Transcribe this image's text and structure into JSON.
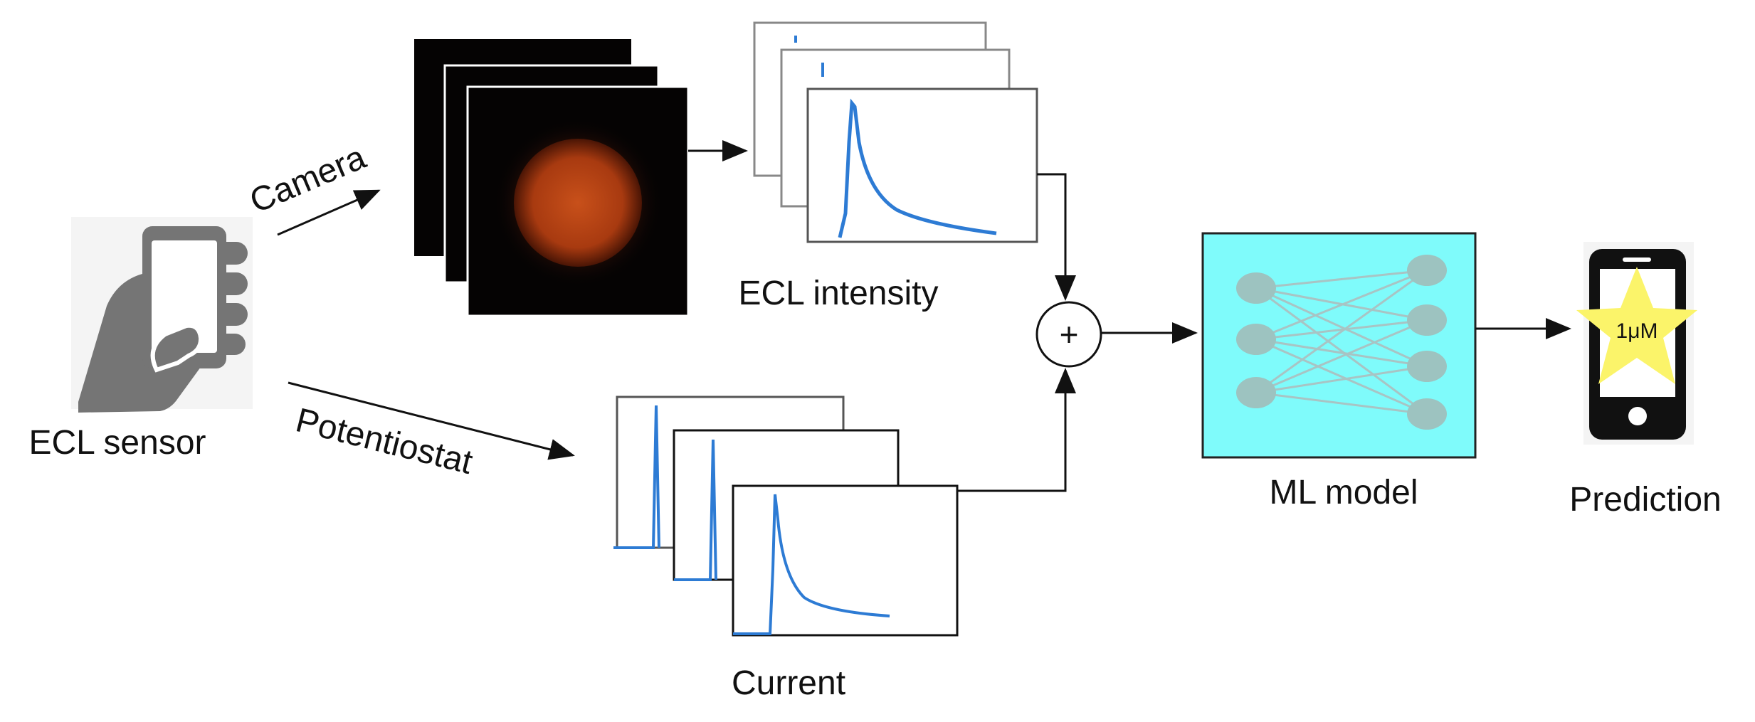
{
  "labels": {
    "sensor": "ECL sensor",
    "camera": "Camera",
    "potentiostat": "Potentiostat",
    "ecl_intensity": "ECL intensity",
    "current": "Current",
    "ml_model": "ML model",
    "prediction": "Prediction",
    "prediction_value": "1μM",
    "sum_symbol": "+"
  },
  "colors": {
    "curve": "#2d7bd4",
    "ml_box_fill": "#7ffbfb",
    "node_fill": "#9dc3c0",
    "edge": "#a8c4c4",
    "star": "#fbf46a",
    "device": "#111111",
    "hand": "#757575",
    "image_bg": "#050303",
    "glow": "#b8400e"
  },
  "icons": {
    "sensor": "hand-holding-phone-icon",
    "prediction": "smartphone-star-icon"
  }
}
